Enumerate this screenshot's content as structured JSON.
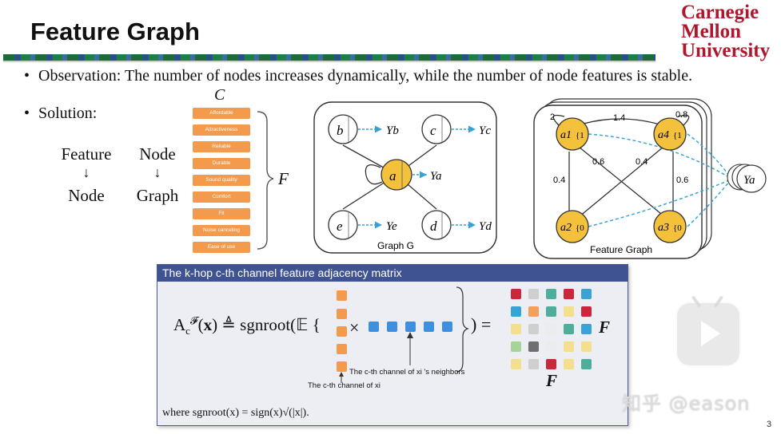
{
  "slide": {
    "title": "Feature Graph",
    "logo": [
      "Carnegie",
      "Mellon",
      "University"
    ],
    "page_number": "3"
  },
  "bullets": {
    "observation": "Observation:  The number of nodes increases dynamically, while the number of node features is stable.",
    "solution": "Solution:"
  },
  "flow": {
    "col1": [
      "Feature",
      "Node"
    ],
    "col2": [
      "Node",
      "Graph"
    ],
    "arrow": "↓"
  },
  "features": {
    "label_C": "C",
    "label_F": "F",
    "items": [
      "Affordable",
      "Attractiveness",
      "Reliable",
      "Durable",
      "Sound quality",
      "Comfort",
      "Fit",
      "Noise canceling",
      "Ease of use"
    ],
    "color": "#f39a4c"
  },
  "graph_G": {
    "caption": "Graph G",
    "nodes": [
      "b",
      "c",
      "a",
      "e",
      "d"
    ],
    "targets": [
      "Yb",
      "Yc",
      "Ya",
      "Ye",
      "Yd"
    ],
    "node_color": "#f4c13d"
  },
  "feature_graph": {
    "caption": "Feature Graph",
    "nodes": [
      "a1",
      "a4",
      "a2",
      "a3"
    ],
    "node_suffix": [
      "{1",
      "{1",
      "{0",
      "{0"
    ],
    "edge_labels": [
      "1.4",
      "0.8",
      "2",
      "0.6",
      "0.4",
      "0.4",
      "0.6"
    ],
    "target": "Ya",
    "dash_color": "#3aa3d6"
  },
  "matrix": {
    "header": "The k-hop c-th channel feature adjacency matrix",
    "caption_neighbors": "The c-th channel of xi 's neighbors",
    "caption_cth": "The c-th channel of xi",
    "where": "where sgnroot(x) = sign(x)√(|x|).",
    "label_F": "F",
    "column_color": "#f39a4c",
    "row_color": "#3d8fe0",
    "grid_colors": [
      [
        "#c8283a",
        "#cfcfcf",
        "#4fae9b",
        "#c8283a",
        "#3aa3d6"
      ],
      [
        "#3aa3d6",
        "#f3a15a",
        "#4fae9b",
        "#f3df8e",
        "#c8283a"
      ],
      [
        "#f3df8e",
        "#cfcfcf",
        "#ececec",
        "#4fae9b",
        "#3aa3d6"
      ],
      [
        "#a6d39a",
        "#6f6f6f",
        "#ececec",
        "#f3df8e",
        "#f3df8e"
      ],
      [
        "#f3df8e",
        "#cfcfcf",
        "#c8283a",
        "#f3df8e",
        "#4fae9b"
      ]
    ]
  },
  "watermark": "知乎 @eason"
}
